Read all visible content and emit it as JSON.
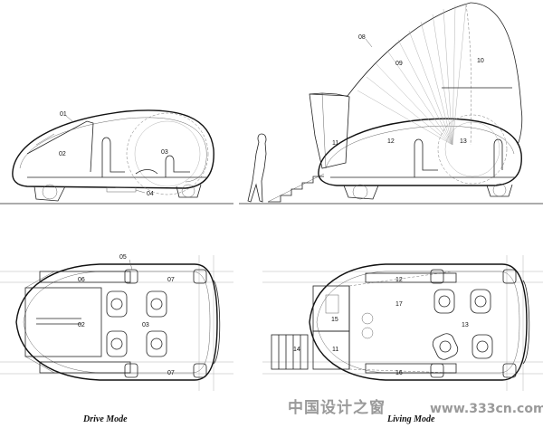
{
  "labels": {
    "drive_side": {
      "l01": "01",
      "l02": "02",
      "l03": "03",
      "l04": "04"
    },
    "living_side": {
      "l08": "08",
      "l09": "09",
      "l10": "10",
      "l11": "11",
      "l12": "12",
      "l13": "13"
    },
    "drive_plan": {
      "l05": "05",
      "l06": "06",
      "l07a": "07",
      "l02": "02",
      "l03": "03",
      "l07b": "07"
    },
    "living_plan": {
      "l12": "12",
      "l17": "17",
      "l15": "15",
      "l13": "13",
      "l14": "14",
      "l11": "11",
      "l16": "16"
    }
  },
  "captions": {
    "drive": "Drive Mode",
    "living": "Living Mode"
  },
  "watermark": {
    "text": "中国设计之窗",
    "url": "www.333cn.com"
  }
}
